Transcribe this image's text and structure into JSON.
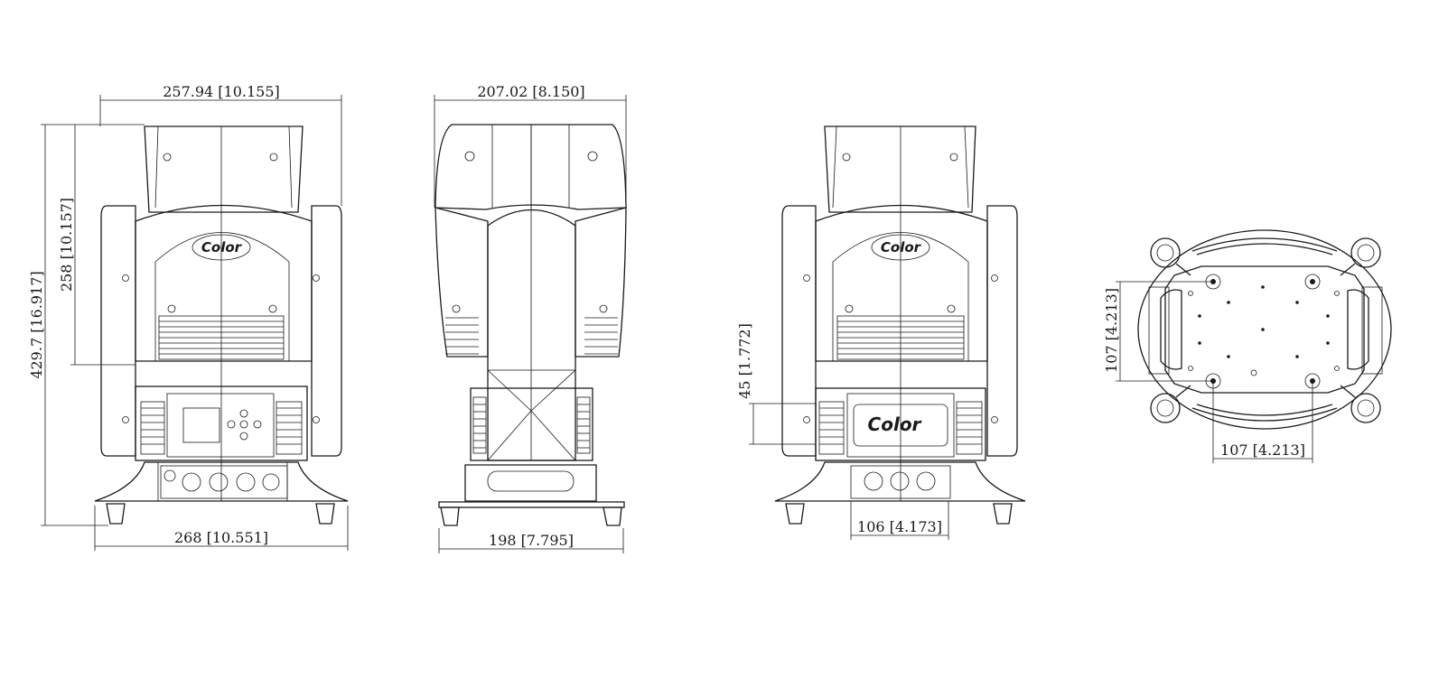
{
  "front_view": {
    "dim_top": "257.94 [10.155]",
    "dim_bottom": "268 [10.551]",
    "dim_left_outer": "429.7 [16.917]",
    "dim_left_inner": "258 [10.157]",
    "logo_text": "Color"
  },
  "side_view": {
    "dim_top": "207.02 [8.150]",
    "dim_bottom": "198 [7.795]"
  },
  "rear_view": {
    "dim_left": "45 [1.772]",
    "dim_bottom": "106 [4.173]",
    "logo_text_head": "Color",
    "logo_text_panel": "Color"
  },
  "base_view": {
    "dim_left": "107 [4.213]",
    "dim_bottom": "107 [4.213]"
  }
}
